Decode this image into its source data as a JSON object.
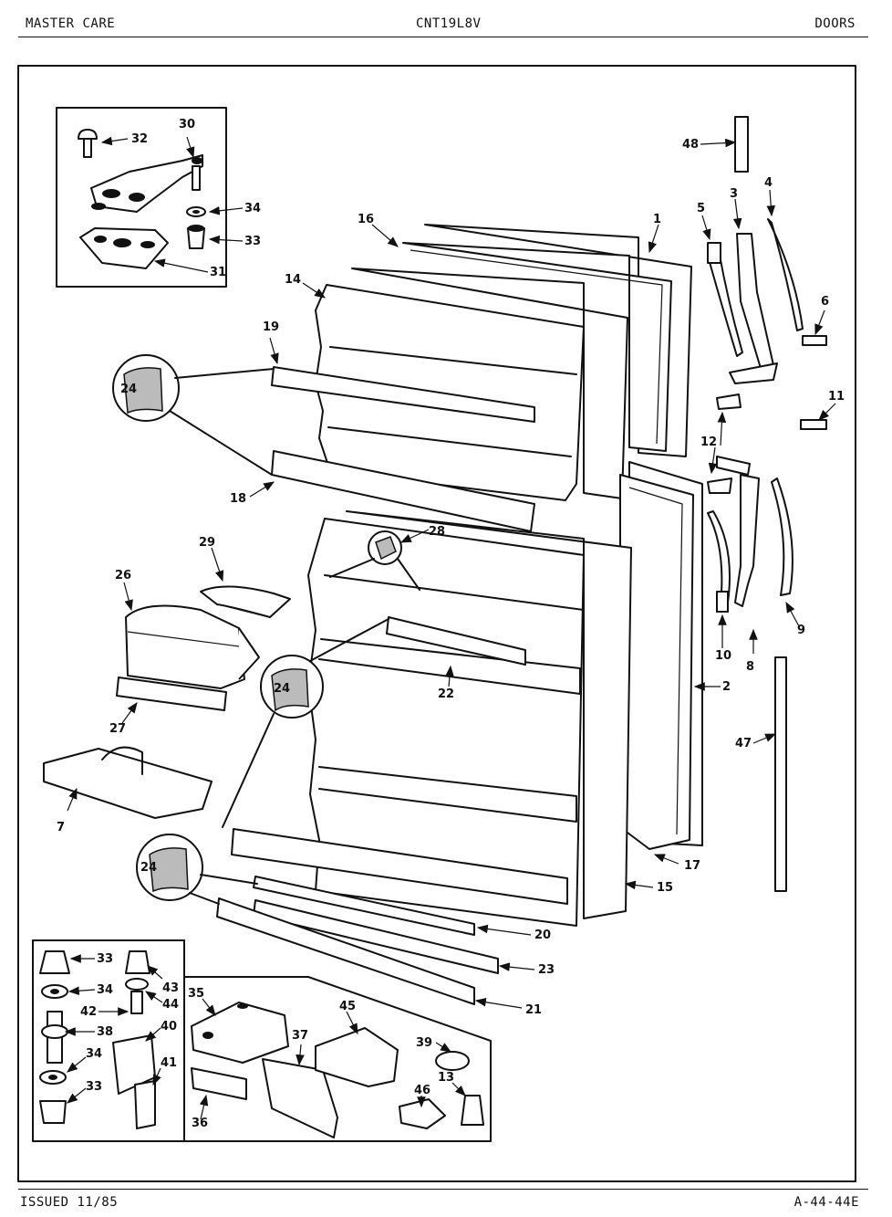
{
  "header": {
    "left": "MASTER CARE",
    "center": "CNT19L8V",
    "right": "DOORS"
  },
  "footer": {
    "left": "ISSUED 11/85",
    "right": "A-44-44E"
  },
  "callouts": [
    {
      "id": "c32",
      "label": "32"
    },
    {
      "id": "c30",
      "label": "30"
    },
    {
      "id": "c34a",
      "label": "34"
    },
    {
      "id": "c33a",
      "label": "33"
    },
    {
      "id": "c31",
      "label": "31"
    },
    {
      "id": "c48",
      "label": "48"
    },
    {
      "id": "c16",
      "label": "16"
    },
    {
      "id": "c1",
      "label": "1"
    },
    {
      "id": "c5",
      "label": "5"
    },
    {
      "id": "c3",
      "label": "3"
    },
    {
      "id": "c4",
      "label": "4"
    },
    {
      "id": "c14",
      "label": "14"
    },
    {
      "id": "c19",
      "label": "19"
    },
    {
      "id": "c6",
      "label": "6"
    },
    {
      "id": "c24a",
      "label": "24"
    },
    {
      "id": "c11",
      "label": "11"
    },
    {
      "id": "c12",
      "label": "12"
    },
    {
      "id": "c18",
      "label": "18"
    },
    {
      "id": "c28",
      "label": "28"
    },
    {
      "id": "c29",
      "label": "29"
    },
    {
      "id": "c26",
      "label": "26"
    },
    {
      "id": "c9",
      "label": "9"
    },
    {
      "id": "c10",
      "label": "10"
    },
    {
      "id": "c8",
      "label": "8"
    },
    {
      "id": "c2",
      "label": "2"
    },
    {
      "id": "c24b",
      "label": "24"
    },
    {
      "id": "c22",
      "label": "22"
    },
    {
      "id": "c27",
      "label": "27"
    },
    {
      "id": "c47",
      "label": "47"
    },
    {
      "id": "c7",
      "label": "7"
    },
    {
      "id": "c17",
      "label": "17"
    },
    {
      "id": "c24c",
      "label": "24"
    },
    {
      "id": "c15",
      "label": "15"
    },
    {
      "id": "c20",
      "label": "20"
    },
    {
      "id": "c33b",
      "label": "33"
    },
    {
      "id": "c43",
      "label": "43"
    },
    {
      "id": "c23",
      "label": "23"
    },
    {
      "id": "c34b",
      "label": "34"
    },
    {
      "id": "c44",
      "label": "44"
    },
    {
      "id": "c35",
      "label": "35"
    },
    {
      "id": "c42",
      "label": "42"
    },
    {
      "id": "c45",
      "label": "45"
    },
    {
      "id": "c21",
      "label": "21"
    },
    {
      "id": "c40",
      "label": "40"
    },
    {
      "id": "c38",
      "label": "38"
    },
    {
      "id": "c37",
      "label": "37"
    },
    {
      "id": "c39",
      "label": "39"
    },
    {
      "id": "c34c",
      "label": "34"
    },
    {
      "id": "c41",
      "label": "41"
    },
    {
      "id": "c46",
      "label": "46"
    },
    {
      "id": "c13",
      "label": "13"
    },
    {
      "id": "c33c",
      "label": "33"
    },
    {
      "id": "c36",
      "label": "36"
    }
  ]
}
